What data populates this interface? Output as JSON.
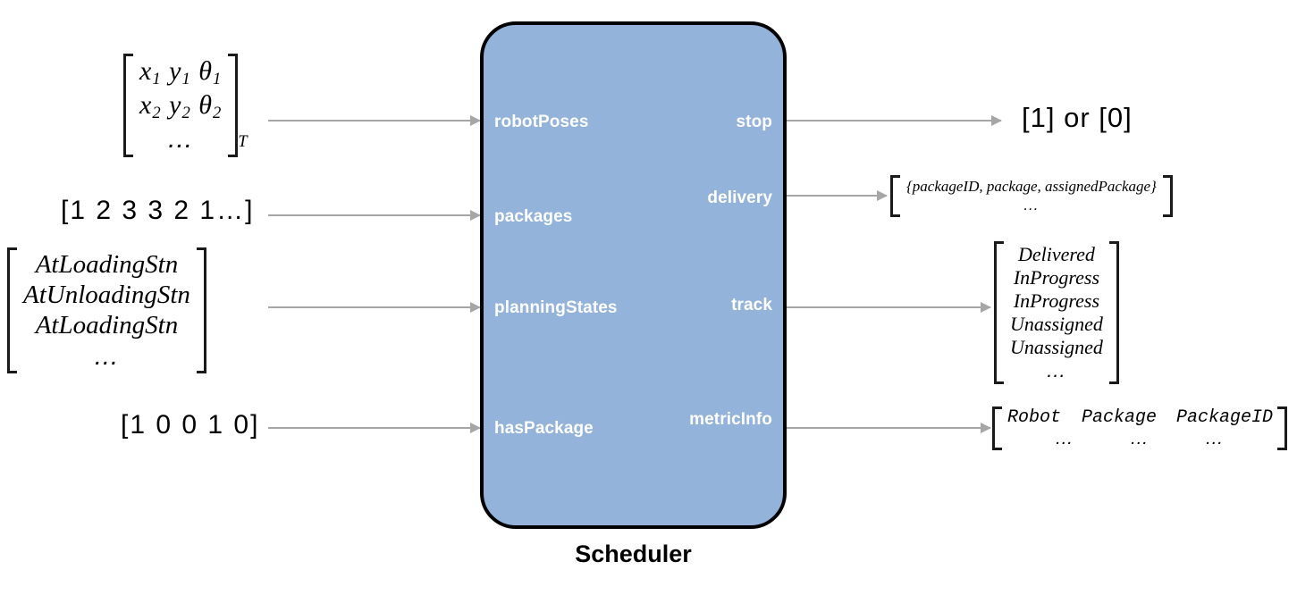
{
  "diagram": {
    "title": "Scheduler",
    "block_color": "#93b3da",
    "border_color": "#000000",
    "arrow_color": "#a6a6a6",
    "inputs": [
      {
        "port": "robotPoses",
        "signal_kind": "matrix"
      },
      {
        "port": "packages",
        "signal_kind": "row-vector"
      },
      {
        "port": "planningStates",
        "signal_kind": "matrix"
      },
      {
        "port": "hasPackage",
        "signal_kind": "row-vector"
      }
    ],
    "outputs": [
      {
        "port": "stop",
        "signal_kind": "scalar"
      },
      {
        "port": "delivery",
        "signal_kind": "struct-array"
      },
      {
        "port": "track",
        "signal_kind": "column-vector"
      },
      {
        "port": "metricInfo",
        "signal_kind": "table"
      }
    ]
  },
  "signals": {
    "robot_poses": {
      "rows": [
        {
          "x": "x",
          "x_sub": "1",
          "y": "y",
          "y_sub": "1",
          "theta": "θ",
          "theta_sub": "1"
        },
        {
          "x": "x",
          "x_sub": "2",
          "y": "y",
          "y_sub": "2",
          "theta": "θ",
          "theta_sub": "2"
        }
      ],
      "ellipsis": "...",
      "transpose": "T"
    },
    "packages": {
      "text": "[1 2 3 3 2 1…]"
    },
    "planning_states": {
      "rows": [
        "AtLoadingStn",
        "AtUnloadingStn",
        "AtLoadingStn"
      ],
      "ellipsis": "..."
    },
    "has_package": {
      "text": "[1 0 0 1 0]"
    },
    "stop_out": {
      "text": "[1] or [0]"
    },
    "delivery_out": {
      "row": "{packageID, package, assignedPackage}",
      "ellipsis": "..."
    },
    "track_out": {
      "rows": [
        "Delivered",
        "InProgress",
        "InProgress",
        "Unassigned",
        "Unassigned"
      ],
      "ellipsis": "..."
    },
    "metric_info_out": {
      "headers": [
        "Robot",
        "Package",
        "PackageID"
      ],
      "values": [
        "...",
        "...",
        "..."
      ]
    }
  }
}
